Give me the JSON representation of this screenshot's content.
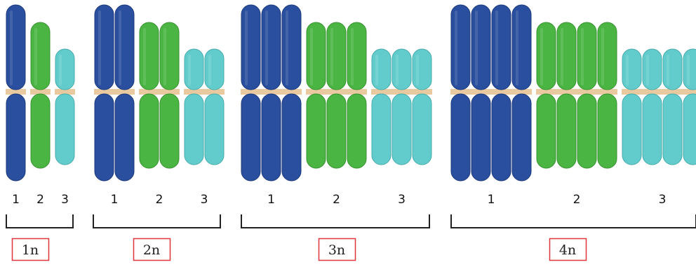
{
  "colors": {
    "chromosome_1": "#2a4f9e",
    "chromosome_1_edge": "#1c3a7c",
    "chromosome_2": "#4bb544",
    "chromosome_2_edge": "#37922f",
    "chromosome_3": "#62cccc",
    "chromosome_3_edge": "#47abab",
    "centromere": "#e8c9a0",
    "bracket": "#222222",
    "number_text": "#111111",
    "label_border": "#e0353a",
    "label_text": "#222222"
  },
  "groups": [
    {
      "ploidy": "1n",
      "copies": 1,
      "chromosome_numbers": [
        "1",
        "2",
        "3"
      ]
    },
    {
      "ploidy": "2n",
      "copies": 2,
      "chromosome_numbers": [
        "1",
        "2",
        "3"
      ]
    },
    {
      "ploidy": "3n",
      "copies": 3,
      "chromosome_numbers": [
        "1",
        "2",
        "3"
      ]
    },
    {
      "ploidy": "4n",
      "copies": 4,
      "chromosome_numbers": [
        "1",
        "2",
        "3"
      ]
    }
  ]
}
